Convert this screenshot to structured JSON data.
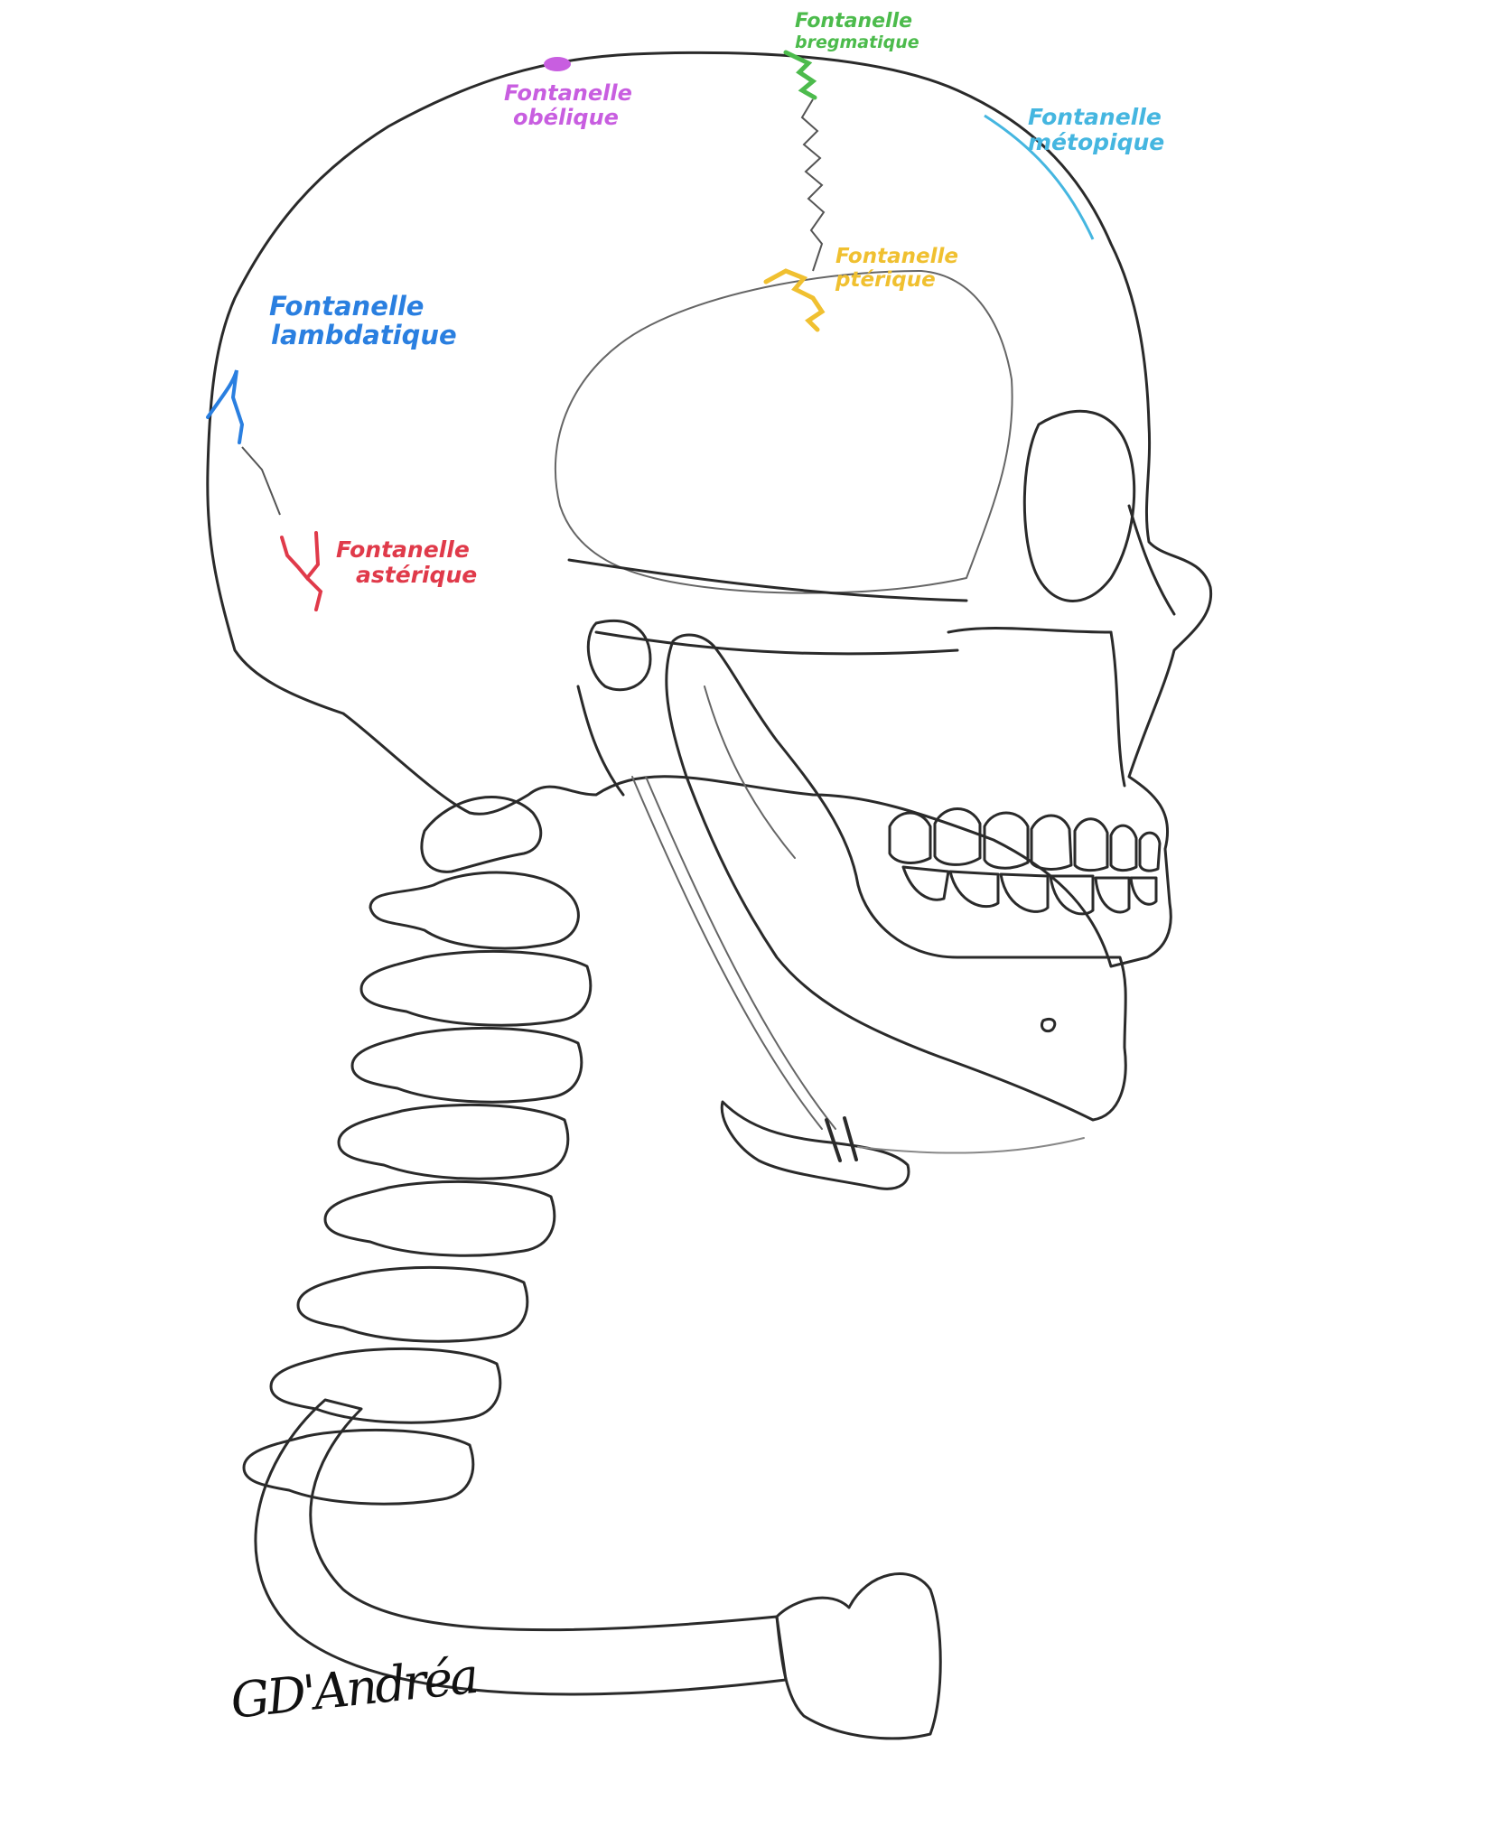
{
  "colors": {
    "line": "#2a2a2a",
    "suture": "#555555",
    "bregmatique": "#4cbb4c",
    "obelique": "#c85ee0",
    "metopique": "#45b6e0",
    "pterique": "#f0c030",
    "lambdatique": "#2a7fe0",
    "asterique": "#e03a4a"
  },
  "labels": {
    "bregmatique": {
      "line1": "Fontanelle",
      "line2": "bregmatique"
    },
    "obelique": {
      "line1": "Fontanelle",
      "line2": "obélique"
    },
    "metopique": {
      "line1": "Fontanelle",
      "line2": "métopique"
    },
    "pterique": {
      "line1": "Fontanelle",
      "line2": "ptérique"
    },
    "lambdatique": {
      "line1": "Fontanelle",
      "line2": "lambdatique"
    },
    "asterique": {
      "line1": "Fontanelle",
      "line2": "astérique"
    }
  },
  "signature": "GD'Andréa"
}
